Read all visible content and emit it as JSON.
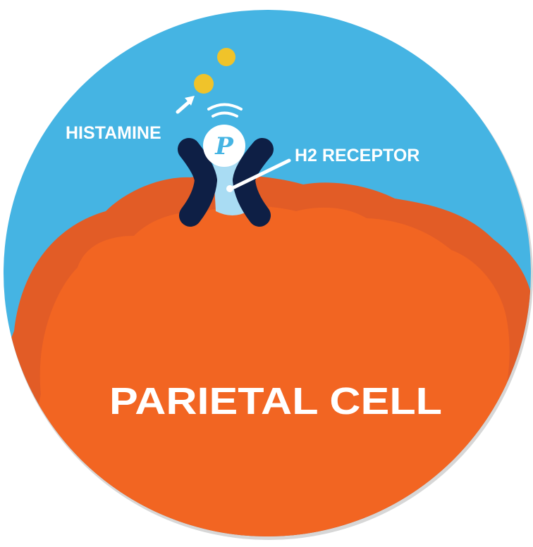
{
  "labels": {
    "histamine": "HISTAMINE",
    "receptor": "H2 RECEPTOR",
    "cell": "PARIETAL CELL",
    "drug_badge": "P"
  },
  "icons": {
    "signal": "signal-waves-icon",
    "arrow": "arrow-icon",
    "molecule": "histamine-molecule-icon"
  },
  "colors": {
    "background_fluid": "#45b4e3",
    "cell_outer": "#e25c26",
    "cell_inner": "#f26522",
    "receptor": "#0e1f45",
    "receptor_channel": "#a9dcf3",
    "histamine": "#f0c32a",
    "badge": "#ffffff",
    "badge_letter": "#45b4e3",
    "text": "#ffffff"
  }
}
